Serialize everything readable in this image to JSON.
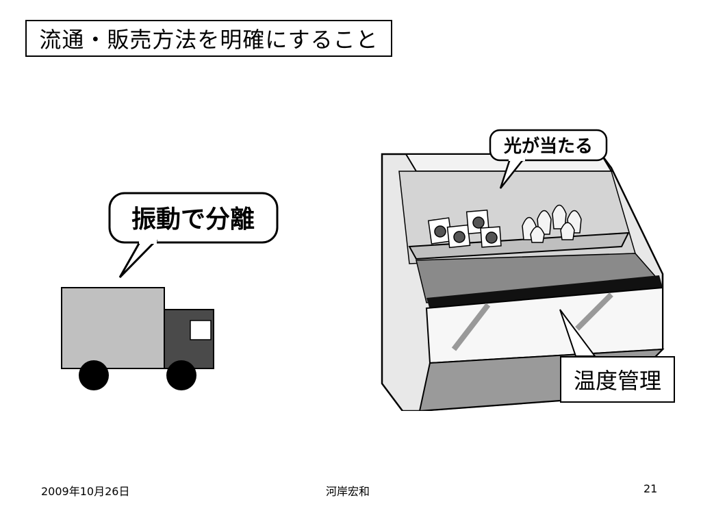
{
  "slide": {
    "title": "流通・販売方法を明確にすること",
    "truck_callout": "振動で分離",
    "light_callout": "光が当たる",
    "temperature_callout": "温度管理"
  },
  "footer": {
    "date": "2009年10月26日",
    "author": "河岸宏和",
    "page_number": "21"
  },
  "colors": {
    "truck_cargo": "#c0c0c0",
    "truck_cab": "#4a4a4a",
    "case_gray": "#999999"
  }
}
